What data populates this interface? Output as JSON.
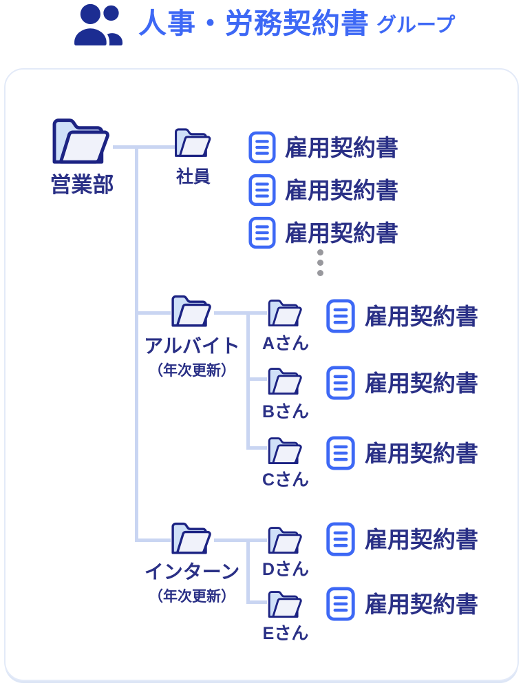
{
  "header": {
    "icon": "people-group-icon",
    "title": "人事・労務契約書",
    "suffix": "グループ"
  },
  "colors": {
    "accent_blue": "#3d68f5",
    "navy_text": "#2a3086",
    "icon_outline_navy": "#1c2383",
    "people_icon_navy": "#1c2d92",
    "folder_back_blue": "#cfe0f8",
    "folder_front": "#f0f2fa",
    "connector_blue": "#c9d5f2",
    "ellipsis_gray": "#98989d",
    "card_border": "#e3eaf8"
  },
  "tree": {
    "root": {
      "label": "営業部"
    },
    "groups": [
      {
        "label": "社員",
        "documents": [
          "雇用契約書",
          "雇用契約書",
          "雇用契約書"
        ],
        "ellipsis": "more-documents"
      },
      {
        "label": "アルバイト",
        "note": "（年次更新）",
        "children": [
          {
            "label": "Aさん",
            "documents": [
              "雇用契約書"
            ]
          },
          {
            "label": "Bさん",
            "documents": [
              "雇用契約書"
            ]
          },
          {
            "label": "Cさん",
            "documents": [
              "雇用契約書"
            ]
          }
        ]
      },
      {
        "label": "インターン",
        "note": "（年次更新）",
        "children": [
          {
            "label": "Dさん",
            "documents": [
              "雇用契約書"
            ]
          },
          {
            "label": "Eさん",
            "documents": [
              "雇用契約書"
            ]
          }
        ]
      }
    ]
  }
}
